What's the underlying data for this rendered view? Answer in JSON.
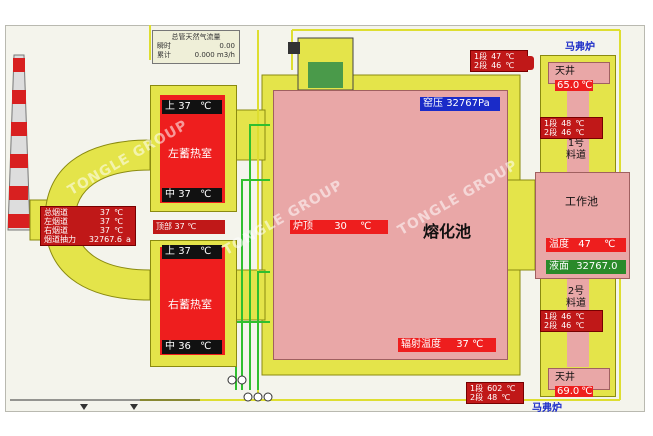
{
  "gas_panel": {
    "title": "总管天然气流量",
    "row1_label": "瞬时",
    "row1_value": "0.00",
    "row2_label": "累计",
    "row2_value": "0.000",
    "row2_unit": "m3/h"
  },
  "left_regen": {
    "title": "左蓄热室",
    "top_label": "上",
    "top_value": "37",
    "top_unit": "℃",
    "mid_label": "中",
    "mid_value": "37",
    "mid_unit": "℃",
    "vault_label": "顶部",
    "vault_value": "37",
    "vault_unit": "℃"
  },
  "right_regen": {
    "title": "右蓄热室",
    "top_label": "上",
    "top_value": "37",
    "top_unit": "℃",
    "mid_label": "中",
    "mid_value": "36",
    "mid_unit": "℃"
  },
  "flue_panel": {
    "rows": [
      {
        "label": "总烟道",
        "value": "37",
        "unit": "℃"
      },
      {
        "label": "左烟道",
        "value": "37",
        "unit": "℃"
      },
      {
        "label": "右烟道",
        "value": "37",
        "unit": "℃"
      },
      {
        "label": "烟道抽力",
        "value": "32767.6",
        "unit": "a"
      }
    ]
  },
  "furnace": {
    "title": "熔化池",
    "pressure_label": "窑压",
    "pressure_value": "32767",
    "pressure_unit": "Pa",
    "crown_label": "炉顶",
    "crown_value": "30",
    "crown_unit": "℃",
    "radiation_label": "辐射温度",
    "radiation_value": "37",
    "radiation_unit": "℃"
  },
  "working_end": {
    "title": "工作池",
    "temp_label": "温度",
    "temp_value": "47",
    "temp_unit": "℃",
    "level_label": "液面",
    "level_value": "32767.0"
  },
  "forehearth1": {
    "title_line1": "1号",
    "title_line2": "料道",
    "r1_label": "1段",
    "r1_value": "48",
    "r1_unit": "℃",
    "r2_label": "2段",
    "r2_value": "46",
    "r2_unit": "℃"
  },
  "forehearth2": {
    "title_line1": "2号",
    "title_line2": "料道",
    "r1_label": "1段",
    "r1_value": "46",
    "r1_unit": "℃",
    "r2_label": "2段",
    "r2_value": "46",
    "r2_unit": "℃"
  },
  "patio_top": {
    "label": "天井",
    "value": "65.0",
    "unit": "℃"
  },
  "patio_bottom": {
    "label": "天井",
    "value": "69.0",
    "unit": "℃"
  },
  "horseshoe_top": {
    "title": "马弗炉",
    "r1_label": "1段",
    "r1_value": "47",
    "r1_unit": "℃",
    "r2_label": "2段",
    "r2_value": "46",
    "r2_unit": "℃"
  },
  "horseshoe_bottom": {
    "title": "马弗炉",
    "r1_label": "1段",
    "r1_value": "602",
    "r1_unit": "℃",
    "r2_label": "2段",
    "r2_value": "48",
    "r2_unit": "℃"
  },
  "watermark": "TONGLE GROUP",
  "colors": {
    "pipe_yellow": "#e4e44a",
    "heater_red": "#ee1e1e",
    "furnace_pink": "#e9a7a7",
    "readout_red": "#c01818",
    "accent_blue": "#1a2bc8",
    "pipe_green": "#2fbf2f"
  }
}
